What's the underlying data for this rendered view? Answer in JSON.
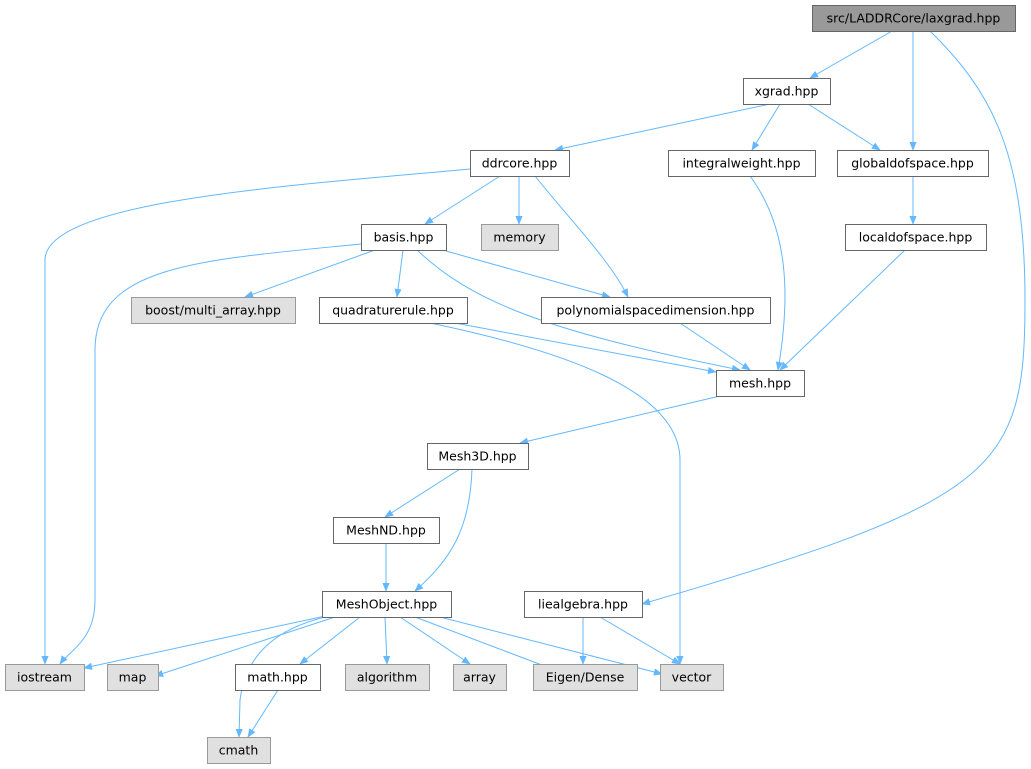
{
  "graph": {
    "type": "include-dependency-graph",
    "colors": {
      "edge": "#63b8ff",
      "root_fill": "#999999",
      "node_border": "#666666",
      "external_fill": "#e0e0e0",
      "external_border": "#999999"
    },
    "nodes": [
      {
        "id": "laxgrad",
        "label": "src/LADDRCore/laxgrad.hpp",
        "kind": "root"
      },
      {
        "id": "xgrad",
        "label": "xgrad.hpp",
        "kind": "file"
      },
      {
        "id": "ddrcore",
        "label": "ddrcore.hpp",
        "kind": "file"
      },
      {
        "id": "integralweight",
        "label": "integralweight.hpp",
        "kind": "file"
      },
      {
        "id": "globaldofspace",
        "label": "globaldofspace.hpp",
        "kind": "file"
      },
      {
        "id": "memory",
        "label": "memory",
        "kind": "external"
      },
      {
        "id": "basis",
        "label": "basis.hpp",
        "kind": "file"
      },
      {
        "id": "localdofspace",
        "label": "localdofspace.hpp",
        "kind": "file"
      },
      {
        "id": "boost",
        "label": "boost/multi_array.hpp",
        "kind": "external"
      },
      {
        "id": "quadraturerule",
        "label": "quadraturerule.hpp",
        "kind": "file"
      },
      {
        "id": "polyspace",
        "label": "polynomialspacedimension.hpp",
        "kind": "file"
      },
      {
        "id": "mesh",
        "label": "mesh.hpp",
        "kind": "file"
      },
      {
        "id": "mesh3d",
        "label": "Mesh3D.hpp",
        "kind": "file"
      },
      {
        "id": "meshnd",
        "label": "MeshND.hpp",
        "kind": "file"
      },
      {
        "id": "meshobject",
        "label": "MeshObject.hpp",
        "kind": "file"
      },
      {
        "id": "liealgebra",
        "label": "liealgebra.hpp",
        "kind": "file"
      },
      {
        "id": "iostream",
        "label": "iostream",
        "kind": "external"
      },
      {
        "id": "map",
        "label": "map",
        "kind": "external"
      },
      {
        "id": "math",
        "label": "math.hpp",
        "kind": "file"
      },
      {
        "id": "algorithm",
        "label": "algorithm",
        "kind": "external"
      },
      {
        "id": "array",
        "label": "array",
        "kind": "external"
      },
      {
        "id": "eigen",
        "label": "Eigen/Dense",
        "kind": "external"
      },
      {
        "id": "vector",
        "label": "vector",
        "kind": "external"
      },
      {
        "id": "cmath",
        "label": "cmath",
        "kind": "external"
      }
    ],
    "edges": [
      [
        "laxgrad",
        "xgrad"
      ],
      [
        "laxgrad",
        "globaldofspace"
      ],
      [
        "laxgrad",
        "liealgebra"
      ],
      [
        "xgrad",
        "ddrcore"
      ],
      [
        "xgrad",
        "integralweight"
      ],
      [
        "xgrad",
        "globaldofspace"
      ],
      [
        "ddrcore",
        "iostream"
      ],
      [
        "ddrcore",
        "basis"
      ],
      [
        "ddrcore",
        "memory"
      ],
      [
        "ddrcore",
        "polyspace"
      ],
      [
        "integralweight",
        "mesh"
      ],
      [
        "globaldofspace",
        "localdofspace"
      ],
      [
        "localdofspace",
        "mesh"
      ],
      [
        "basis",
        "iostream"
      ],
      [
        "basis",
        "boost"
      ],
      [
        "basis",
        "quadraturerule"
      ],
      [
        "basis",
        "polyspace"
      ],
      [
        "basis",
        "mesh"
      ],
      [
        "quadraturerule",
        "mesh"
      ],
      [
        "quadraturerule",
        "vector"
      ],
      [
        "polyspace",
        "mesh"
      ],
      [
        "mesh",
        "mesh3d"
      ],
      [
        "mesh3d",
        "meshnd"
      ],
      [
        "mesh3d",
        "meshobject"
      ],
      [
        "meshnd",
        "meshobject"
      ],
      [
        "meshobject",
        "iostream"
      ],
      [
        "meshobject",
        "map"
      ],
      [
        "meshobject",
        "cmath"
      ],
      [
        "meshobject",
        "math"
      ],
      [
        "meshobject",
        "algorithm"
      ],
      [
        "meshobject",
        "array"
      ],
      [
        "meshobject",
        "eigen"
      ],
      [
        "meshobject",
        "vector"
      ],
      [
        "liealgebra",
        "eigen"
      ],
      [
        "liealgebra",
        "vector"
      ],
      [
        "math",
        "cmath"
      ]
    ]
  }
}
